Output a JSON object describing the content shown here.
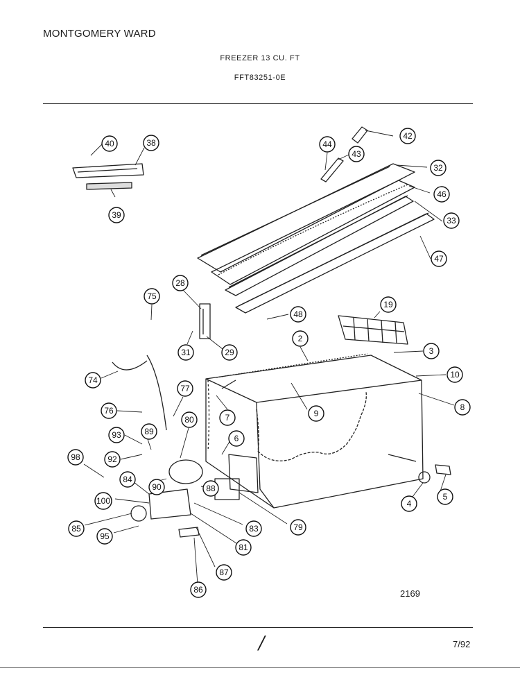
{
  "header": {
    "brand": "MONTGOMERY WARD",
    "title": "FREEZER 13 CU. FT",
    "model": "FFT83251-0E"
  },
  "footer": {
    "figure_code": "2169",
    "page_mark": "/",
    "date": "7/92"
  },
  "part_callouts": [
    "40",
    "38",
    "39",
    "44",
    "43",
    "42",
    "32",
    "46",
    "33",
    "47",
    "28",
    "75",
    "31",
    "29",
    "48",
    "19",
    "2",
    "3",
    "10",
    "8",
    "74",
    "77",
    "9",
    "7",
    "76",
    "80",
    "6",
    "89",
    "93",
    "92",
    "98",
    "90",
    "84",
    "88",
    "100",
    "79",
    "83",
    "81",
    "85",
    "95",
    "87",
    "86",
    "4",
    "5"
  ]
}
